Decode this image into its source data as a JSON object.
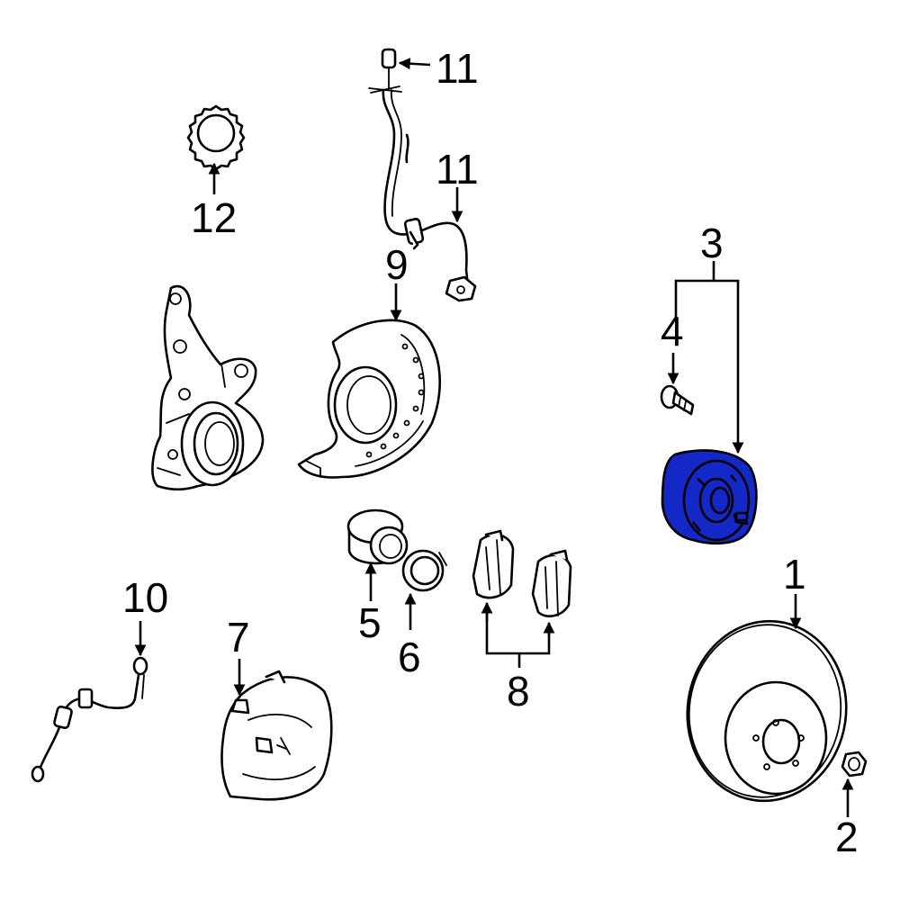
{
  "diagram": {
    "highlight_color": "#1428c8",
    "line_color": "#000000",
    "callouts": [
      {
        "id": "c1",
        "label": "1"
      },
      {
        "id": "c2",
        "label": "2"
      },
      {
        "id": "c3",
        "label": "3"
      },
      {
        "id": "c4",
        "label": "4"
      },
      {
        "id": "c5",
        "label": "5"
      },
      {
        "id": "c6",
        "label": "6"
      },
      {
        "id": "c7",
        "label": "7"
      },
      {
        "id": "c8",
        "label": "8"
      },
      {
        "id": "c9",
        "label": "9"
      },
      {
        "id": "c10",
        "label": "10"
      },
      {
        "id": "c11a",
        "label": "11"
      },
      {
        "id": "c11b",
        "label": "11"
      },
      {
        "id": "c12",
        "label": "12"
      }
    ]
  }
}
